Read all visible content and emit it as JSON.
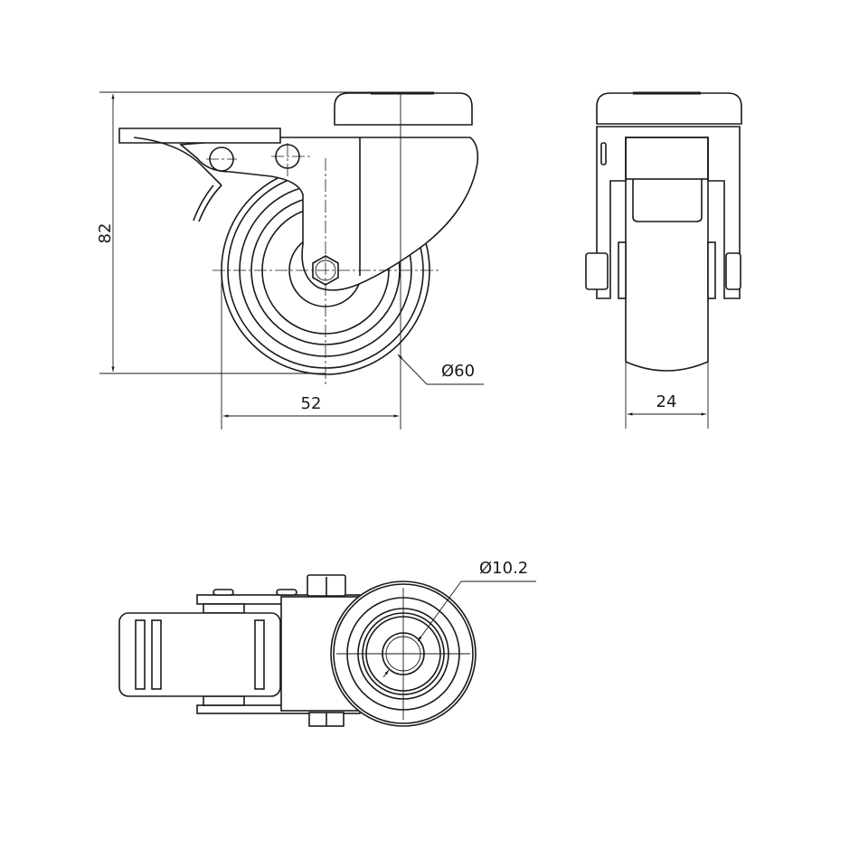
{
  "title": "Swivel caster with brake, bolt hole - dimension drawing",
  "dimensions": {
    "height": "82",
    "offset": "52",
    "wheel_diameter": "Ø60",
    "wheel_width": "24",
    "bolt_hole_diameter": "Ø10.2"
  },
  "colors": {
    "line": "#1a1a1a",
    "background": "#ffffff"
  }
}
